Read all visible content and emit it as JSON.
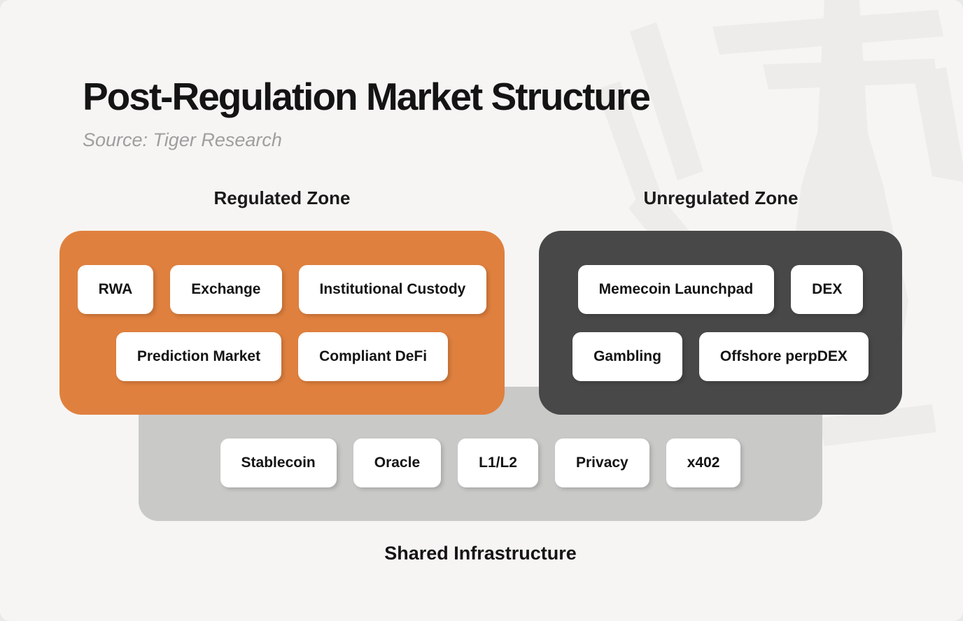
{
  "page": {
    "title": "Post-Regulation Market Structure",
    "subtitle": "Source: Tiger Research"
  },
  "zones": {
    "regulated": {
      "label": "Regulated Zone",
      "color": "#e0803e",
      "rows": [
        [
          "RWA",
          "Exchange",
          "Institutional Custody"
        ],
        [
          "Prediction Market",
          "Compliant DeFi"
        ]
      ]
    },
    "unregulated": {
      "label": "Unregulated Zone",
      "color": "#484848",
      "rows": [
        [
          "Memecoin Launchpad",
          "DEX"
        ],
        [
          "Gambling",
          "Offshore perpDEX"
        ]
      ]
    },
    "shared": {
      "label": "Shared Infrastructure",
      "color": "#c9c9c8",
      "items": [
        "Stablecoin",
        "Oracle",
        "L1/L2",
        "Privacy",
        "x402"
      ]
    }
  },
  "colors": {
    "background": "#f6f5f3",
    "watermark": "#edecea",
    "chip_background": "#ffffff",
    "text": "#141414",
    "subtitle_text": "#9e9e9e"
  }
}
